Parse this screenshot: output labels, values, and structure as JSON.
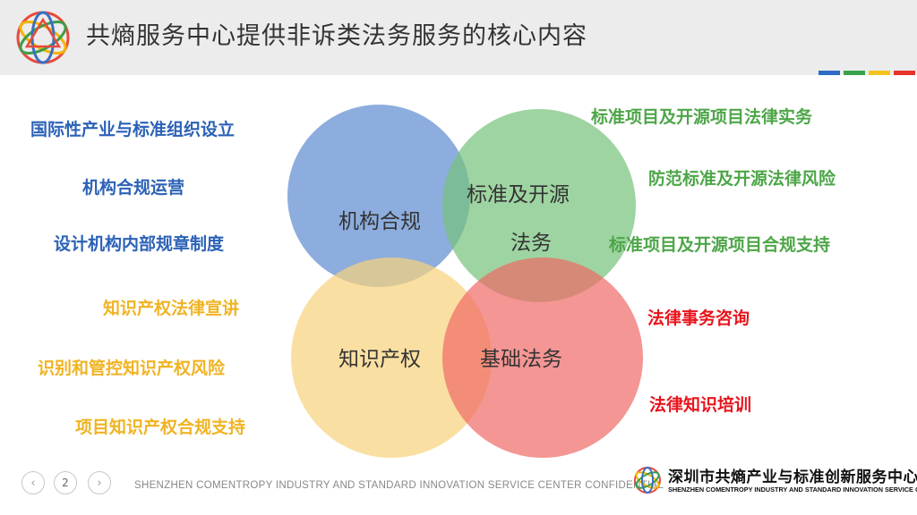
{
  "header": {
    "title": "共熵服务中心提供非诉类法务服务的核心内容"
  },
  "colors": {
    "blue": "#3a6fc4",
    "green": "#5cb85c",
    "yellow": "#f4c542",
    "red": "#e74c3c"
  },
  "venn": {
    "circles": [
      {
        "label": "机构合规",
        "color": "#5b8ad0"
      },
      {
        "label_line1": "标准及开源",
        "label_line2": "法务",
        "color": "#75c27a"
      },
      {
        "label": "知识产权",
        "color": "#f8d27a"
      },
      {
        "label": "基础法务",
        "color": "#ef6a66"
      }
    ]
  },
  "left_items": {
    "blue": [
      "国际性产业与标准组织设立",
      "机构合规运营",
      "设计机构内部规章制度"
    ],
    "yellow": [
      "知识产权法律宣讲",
      "识别和管控知识产权风险",
      "项目知识产权合规支持"
    ]
  },
  "right_items": {
    "green": [
      "标准项目及开源项目法律实务",
      "防范标准及开源法律风险",
      "标准项目及开源项目合规支持"
    ],
    "red": [
      "法律事务咨询",
      "法律知识培训"
    ]
  },
  "footer": {
    "page_number": "2",
    "prev_icon": "chevron-left-icon",
    "next_icon": "chevron-right-icon",
    "confidential": "SHENZHEN COMENTROPY INDUSTRY AND STANDARD INNOVATION SERVICE CENTER CONFIDENTIAL",
    "org_name_cn": "深圳市共熵产业与标准创新服务中心",
    "org_name_en": "SHENZHEN COMENTROPY INDUSTRY AND STANDARD INNOVATION SERVICE CENTER"
  }
}
